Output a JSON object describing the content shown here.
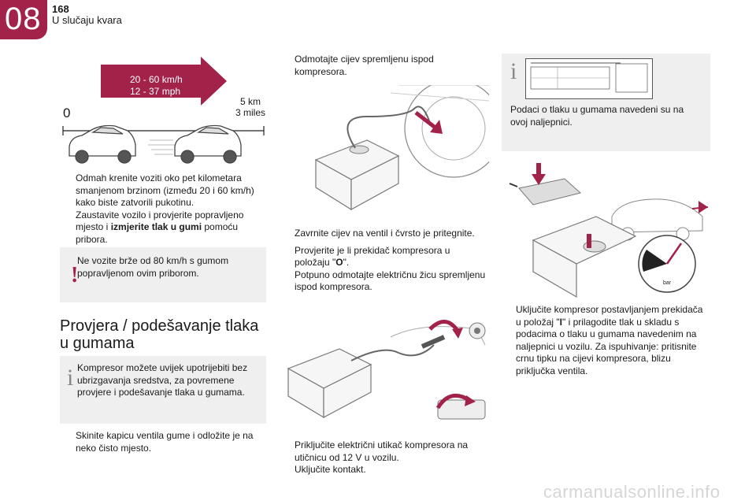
{
  "header": {
    "chapter": "08",
    "page": "168",
    "section": "U slučaju kvara"
  },
  "speed_graphic": {
    "start": "0",
    "speed_kmh": "20 - 60 km/h",
    "speed_mph": "12 - 37 mph",
    "dist_km": "5 km",
    "dist_miles": "3 miles"
  },
  "col1": {
    "bullets": [
      {
        "pre": "Odmah krenite voziti oko pet kilometara smanjenom brzinom (između 20 i 60 km/h) kako biste zatvorili pukotinu.",
        "bold": "",
        "post": ""
      },
      {
        "pre": "Zaustavite vozilo i provjerite popravljeno mjesto i ",
        "bold": "izmjerite tlak u gumi",
        "post": " pomoću pribora."
      }
    ],
    "warning": "Ne vozite brže od 80 km/h s gumom popravljenom ovim priborom.",
    "heading_line1": "Provjera / podešavanje tlaka",
    "heading_line2": "u gumama",
    "info": "Kompresor možete uvijek upotrijebiti bez ubrizgavanja sredstva, za povremene provjere i podešavanje tlaka u gumama.",
    "last_bullet": "Skinite kapicu ventila gume i odložite je na neko čisto mjesto."
  },
  "col2": {
    "b1": "Odmotajte cijev spremljenu ispod kompresora.",
    "b2": "Zavrnite cijev na ventil i čvrsto je pritegnite.",
    "b3_pre": "Provjerite je li prekidač kompresora u položaju \"",
    "b3_bold": "O",
    "b3_post": "\".",
    "b4": "Potpuno odmotajte električnu žicu spremljenu ispod kompresora.",
    "b5": "Priključite električni utikač kompresora na utičnicu od 12 V u vozilu.",
    "b6": "Uključite kontakt."
  },
  "col3": {
    "label_text": "Podaci o tlaku u gumama navedeni su na ovoj naljepnici.",
    "b1_pre": "Uključite kompresor postavljanjem prekidača u položaj \"",
    "b1_bold": "I",
    "b1_post": "\" i prilagodite tlak u skladu s podacima o tlaku u gumama navedenim na naljepnici u vozilu. Za ispuhivanje: pritisnite crnu tipku na cijevi kompresora, blizu priključka ventila."
  },
  "bullet_glyph": "",
  "gauge_unit": "bar",
  "footer": {
    "watermark": "carmanualsonline.info"
  },
  "colors": {
    "accent": "#a3224a",
    "note_bg": "#efefef"
  }
}
